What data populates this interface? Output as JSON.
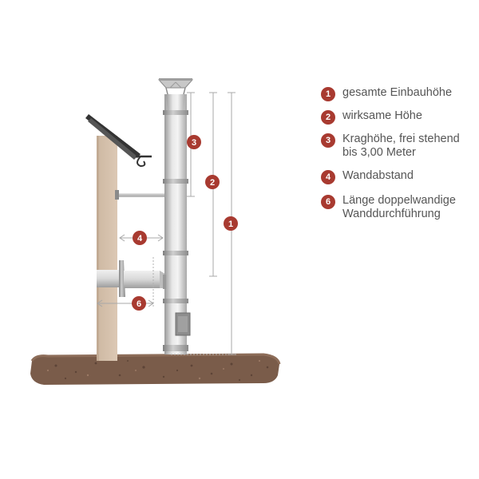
{
  "colors": {
    "badge": "#a83a30",
    "pipe_light": "#e4e4e4",
    "pipe_dark": "#9a9a9a",
    "wall": "#d7c2ad",
    "roof": "#3a3a3a",
    "ground": "#7a5c4a",
    "measure_line": "#a8a8a8"
  },
  "badges": {
    "b1": "1",
    "b2": "2",
    "b3": "3",
    "b4": "4",
    "b6": "6"
  },
  "legend": [
    {
      "num": "1",
      "text": "gesamte Einbauhöhe"
    },
    {
      "num": "2",
      "text": "wirksame Höhe"
    },
    {
      "num": "3",
      "text": "Kraghöhe, frei stehend bis 3,00 Meter"
    },
    {
      "num": "4",
      "text": "Wandabstand"
    },
    {
      "num": "6",
      "text": "Länge doppelwandige Wanddurchführung"
    }
  ]
}
